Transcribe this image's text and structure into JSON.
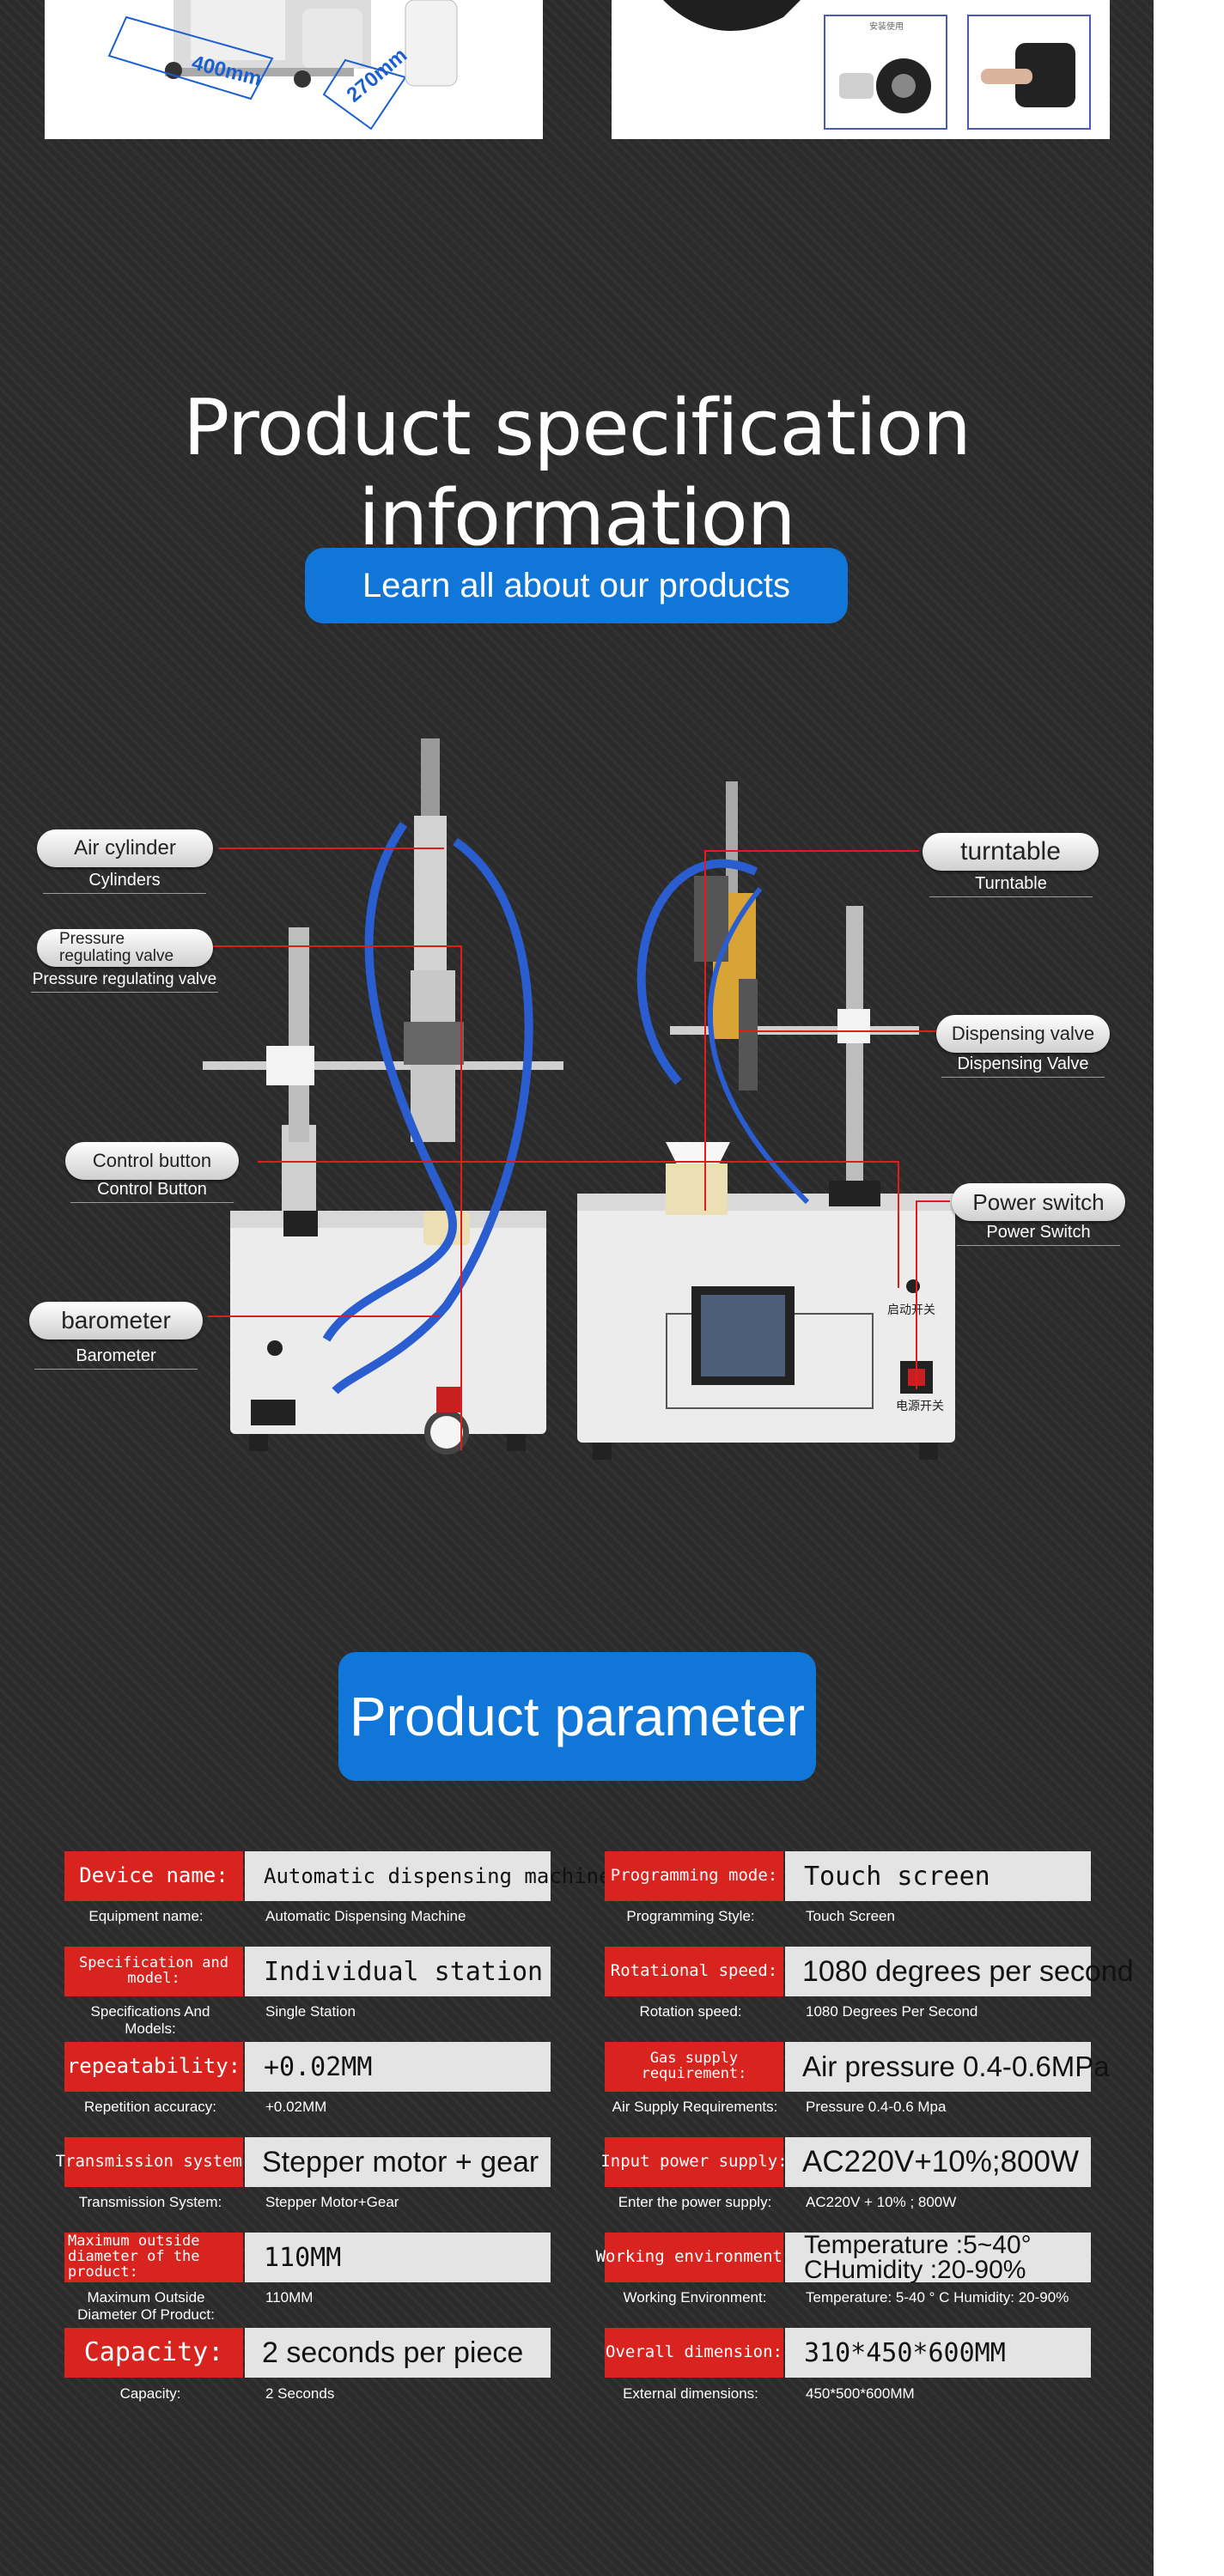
{
  "page_title": "Product specification information",
  "learn_button": "Learn all about our products",
  "dimensions": {
    "width_label": "400mm",
    "depth_label": "270mm"
  },
  "inset_caption": "安装使用",
  "callouts": [
    {
      "id": "air-cylinder",
      "label": "Air cylinder",
      "sub": "Cylinders"
    },
    {
      "id": "pressure-valve",
      "label": "Pressure regulating valve",
      "sub": "Pressure regulating valve"
    },
    {
      "id": "control-button",
      "label": "Control button",
      "sub": "Control Button"
    },
    {
      "id": "barometer",
      "label": "barometer",
      "sub": "Barometer"
    },
    {
      "id": "turntable",
      "label": "turntable",
      "sub": "Turntable"
    },
    {
      "id": "dispensing-valve",
      "label": "Dispensing valve",
      "sub": "Dispensing Valve"
    },
    {
      "id": "power-switch",
      "label": "Power switch",
      "sub": "Power Switch"
    }
  ],
  "machine_labels": {
    "start_switch": "启动开关",
    "power_switch": "电源开关"
  },
  "parameter_heading": "Product parameter",
  "parameters": [
    {
      "tag": "Device name:",
      "value": "Automatic dispensing machine",
      "label": "Equipment name:",
      "sub": "Automatic Dispensing Machine"
    },
    {
      "tag": "Programming mode:",
      "value": "Touch screen",
      "label": "Programming Style:",
      "sub": "Touch Screen"
    },
    {
      "tag": "Specification and model:",
      "value": "Individual station",
      "label": "Specifications And Models:",
      "sub": "Single Station"
    },
    {
      "tag": "Rotational speed:",
      "value": "1080 degrees per second",
      "label": "Rotation speed:",
      "sub": "1080 Degrees Per Second"
    },
    {
      "tag": "repeatability:",
      "value": "+0.02MM",
      "label": "Repetition accuracy:",
      "sub": "+0.02MM"
    },
    {
      "tag": "Gas supply requirement:",
      "value": "Air pressure 0.4-0.6MPa",
      "label": "Air Supply Requirements:",
      "sub": "Pressure 0.4-0.6 Mpa"
    },
    {
      "tag": "Transmission system:",
      "value": "Stepper motor + gear",
      "label": "Transmission System:",
      "sub": "Stepper Motor+Gear"
    },
    {
      "tag": "Input power supply:",
      "value": "AC220V+10%;800W",
      "label": "Enter the power supply:",
      "sub": "AC220V + 10% ; 800W"
    },
    {
      "tag": "Maximum outside diameter of the product:",
      "value": "110MM",
      "label": "Maximum Outside Diameter Of Product:",
      "sub": "110MM"
    },
    {
      "tag": "Working environment:",
      "value": "Temperature :5~40° CHumidity :20-90%",
      "label": "Working Environment:",
      "sub": "Temperature: 5-40 ° C Humidity: 20-90%"
    },
    {
      "tag": "Capacity:",
      "value": "2 seconds per piece",
      "label": "Capacity:",
      "sub": "2 Seconds"
    },
    {
      "tag": "Overall dimension:",
      "value": "310*450*600MM",
      "label": "External dimensions:",
      "sub": "450*500*600MM"
    }
  ],
  "colors": {
    "accent_blue": "#1077d8",
    "tag_red": "#d8231f",
    "leader_red": "#e21b1b",
    "background": "#2b2b2b"
  }
}
